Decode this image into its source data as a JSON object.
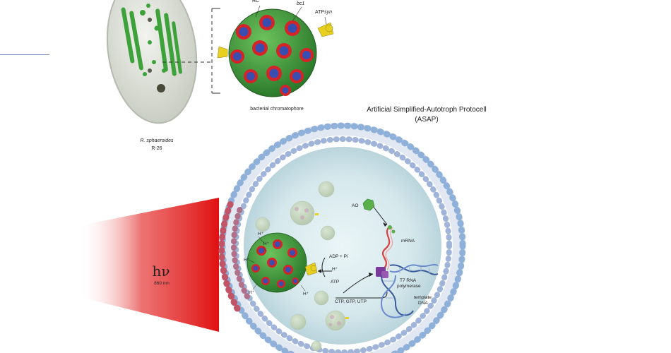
{
  "labels": {
    "rc": "RC",
    "bc1": "bc1",
    "atpsyn_prefix": "ATP",
    "atpsyn_suffix": "syn",
    "chromatophore": "bacterial chromatophore",
    "organism_line1": "R. sphaeroides",
    "organism_line2": "R-26",
    "asap_title_line1": "Artificial Simplified-Autotroph Protocell",
    "asap_title_line2": "(ASAP)",
    "light_symbol": "hν",
    "wavelength": "860 nm",
    "ao": "AO",
    "mrna": "mRNA",
    "adp_pi": "ADP + Pi",
    "h_plus": "H⁺",
    "atp": "ATP",
    "t7_line1": "T7 RNA",
    "t7_line2": "polymerase",
    "ntps": "CTP, GTP, UTP",
    "template_line1": "template",
    "template_line2": "DNA"
  },
  "colors": {
    "outer_lipid": "#8fb0d8",
    "inner_lipid": "#b6a6d0",
    "warm_lipid": "#c25468",
    "chromatophore_green": "#3d9a3a",
    "rc_red": "#d4242a",
    "rc_blue": "#3a4db0",
    "atp_yellow": "#e8d020",
    "light_red": "#e01010",
    "mrna_red": "#d94040",
    "dna_blue": "#3a5a9a",
    "polymerase_purple": "#7a3a9a",
    "ao_green": "#5ab04a"
  }
}
